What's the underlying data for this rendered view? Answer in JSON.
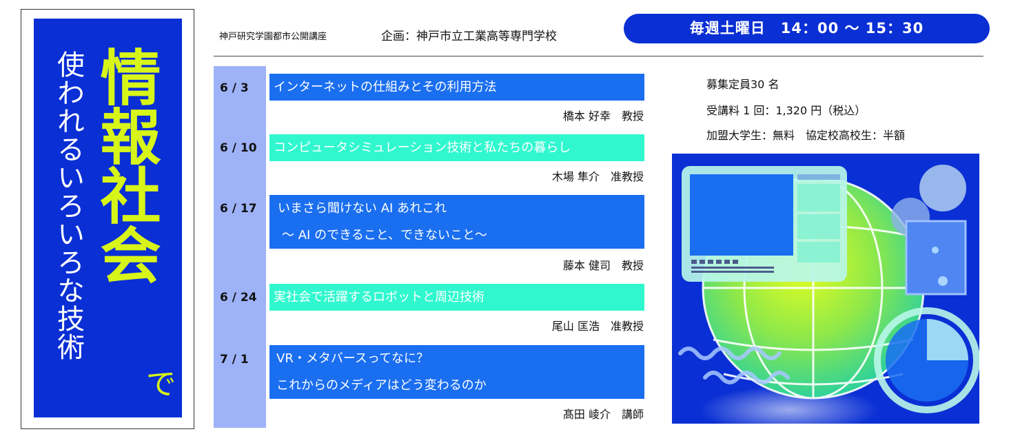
{
  "title": {
    "main": "情報社会",
    "particle": "で",
    "sub": "使われるいろいろな技術"
  },
  "header": {
    "organizer": "神戸研究学園都市公開講座",
    "planner": "企画：神戸市立工業高等専門学校",
    "schedule": "毎週土曜日　14：00 〜 15：30"
  },
  "lectures": [
    {
      "date": "6 / 3",
      "title_lines": [
        "インターネットの仕組みとその利用方法"
      ],
      "lecturer": "橋本 好幸　教授",
      "color": "#1a6ef0"
    },
    {
      "date": "6 / 10",
      "title_lines": [
        "コンピュータシミュレーション技術と私たちの暮らし"
      ],
      "lecturer": "木場 隼介　准教授",
      "color": "#31f7cf"
    },
    {
      "date": "6 / 17",
      "title_lines": [
        "いまさら聞けない AI あれこれ",
        "〜 AI のできること、できないこと〜"
      ],
      "lecturer": "藤本 健司　教授",
      "color": "#1a6ef0"
    },
    {
      "date": "6 / 24",
      "title_lines": [
        "実社会で活躍するロボットと周辺技術"
      ],
      "lecturer": "尾山 匡浩　准教授",
      "color": "#31f7cf"
    },
    {
      "date": "7 / 1",
      "title_lines": [
        "VR・メタバースってなに？",
        "これからのメディアはどう変わるのか"
      ],
      "lecturer": "髙田 崚介　講師",
      "color": "#1a6ef0"
    }
  ],
  "info": {
    "capacity": "募集定員30 名",
    "fee": "受講料 1 回：1,320 円（税込）",
    "discount": "加盟大学生：無料　協定校高校生：半額"
  },
  "colors": {
    "navy": "#0a2fd4",
    "lime": "#d8f51a",
    "blue_bar": "#1a6ef0",
    "cyan_bar": "#31f7cf",
    "date_strip": "#9eb2f8"
  }
}
